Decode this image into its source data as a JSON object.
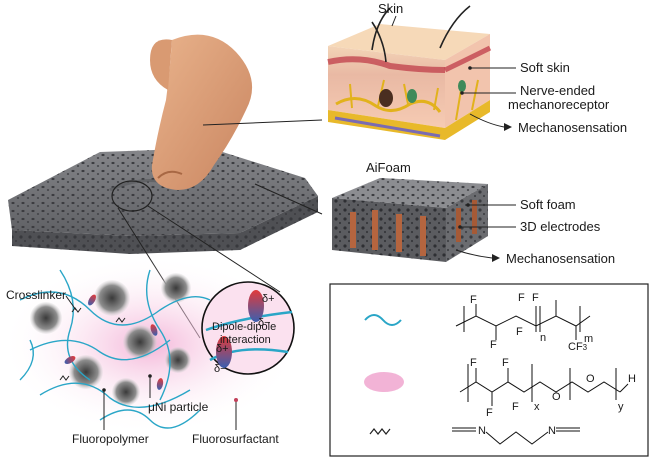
{
  "labels": {
    "skin": "Skin",
    "soft_skin": "Soft skin",
    "mechanoreceptor_line1": "Nerve-ended",
    "mechanoreceptor_line2": "mechanoreceptor",
    "mechanosensation_top": "Mechanosensation",
    "aifoam": "AiFoam",
    "soft_foam": "Soft foam",
    "electrodes_3d": "3D electrodes",
    "mechanosensation_bottom": "Mechanosensation",
    "crosslinker": "Crosslinker",
    "dipole_line1": "Dipole-dipole",
    "dipole_line2": "interaction",
    "delta_plus": "δ+",
    "delta_minus": "δ−",
    "ni_particle": "μNi particle",
    "fluoropolymer": "Fluoropolymer",
    "fluorosurfactant": "Fluorosurfactant"
  },
  "legend": {
    "polymer_n": "n",
    "polymer_m": "m",
    "polymer_cf3": "CF",
    "polymer_cf3_sub": "3",
    "surf_x": "x",
    "surf_y": "y",
    "surf_h": "H",
    "surf_o1": "O",
    "surf_o2": "O",
    "cross_n1": "N",
    "cross_n2": "N",
    "f": "F"
  },
  "colors": {
    "fiber": "#2aa6c7",
    "surfactant_pink": "#f0a6cf",
    "foam": "#6f7073",
    "skin_pink": "#e9b9a4",
    "nerve": "#e2b21c",
    "electrode": "#b5653f"
  }
}
